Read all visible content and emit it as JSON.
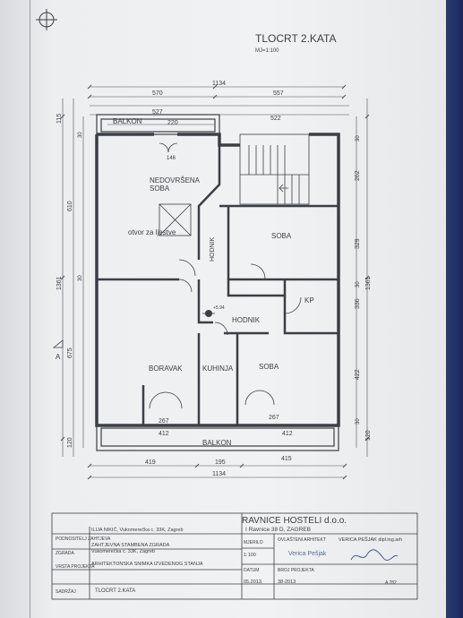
{
  "drawing": {
    "title": "TLOCRT 2.KATA",
    "scale": "MJ=1:100",
    "rooms": {
      "balkon_top": "BALKON",
      "nedovrsena": "NEDOVRŠENA",
      "soba_suffix": "SOBA",
      "otvor": "otvor za ljestve",
      "hodnik_vertical": "HODNIK",
      "soba_right": "SOBA",
      "kp": "KP",
      "hodnik": "HODNIK",
      "boravak": "BORAVAK",
      "kuhinja": "KUHINJA",
      "soba_bottom": "SOBA",
      "balkon_bottom": "BALKON"
    },
    "level_mark": "+5.94",
    "section_mark": "A",
    "dims_top": [
      "1134",
      "570",
      "557",
      "527",
      "522",
      "220",
      "146"
    ],
    "dims_bottom": [
      "419",
      "195",
      "415",
      "1134",
      "412",
      "412",
      "267",
      "267"
    ],
    "dims_left": [
      "115",
      "610",
      "1361",
      "675",
      "120",
      "30",
      "30"
    ],
    "dims_right": [
      "262",
      "329",
      "1361",
      "336",
      "422",
      "120",
      "30",
      "30",
      "30"
    ]
  },
  "titleblock": {
    "company": "RAVNICE HOSTELI d.o.o.",
    "address": "I Ravnice 38 D, ZAGREB",
    "investor_label": "PODNOSITELJ ZAHTJEVA",
    "investor_value": "ILIJA NIKIĆ, Vukomerečka c. 33K, Zagreb",
    "building_label": "ZGRADA",
    "building_value_1": "ZAHTJEVNA STAMBENA ZGRADA",
    "building_value_2": "Vukomerečka c. 33K, Zagreb",
    "project_label": "VRSTA PROJEKTA",
    "project_value": "ARHITEKTONSKA SNIMKA IZVEDENOG STANJA",
    "content_label": "SADRŽAJ",
    "content_value": "TLOCRT 2.KATA",
    "scale_label": "MJERILO",
    "scale_value": "1:100",
    "date_label": "DATUM",
    "date_value": "05.2013.",
    "architect_label": "OVLAŠTENI ARHITEKT",
    "architect_value": "VERICA PEŠJAK dipl.ing.arh",
    "proj_no_label": "BROJ PROJEKTA",
    "proj_no_value": "38-2013",
    "stamp_name": "Verica Pešjak",
    "sheet_no": "A 782"
  }
}
